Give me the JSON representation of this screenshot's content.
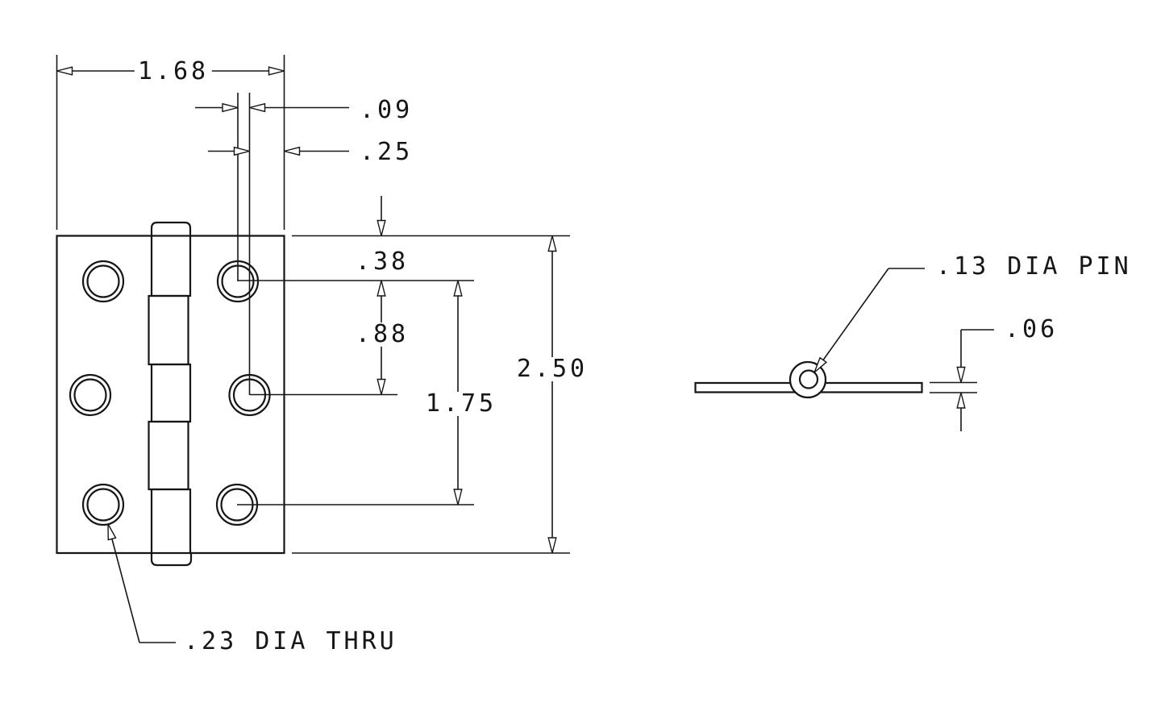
{
  "drawing": {
    "front_view": {
      "dim_width": "1.68",
      "dim_hole_stagger": ".09",
      "dim_edge_offset": ".25",
      "dim_top_to_first_hole": ".38",
      "dim_first_to_second_hole": ".88",
      "dim_hole_span": "1.75",
      "dim_height": "2.50",
      "hole_callout": ".23 DIA THRU"
    },
    "side_view": {
      "pin_callout": ".13 DIA PIN",
      "dim_leaf_thickness": ".06"
    },
    "colors": {
      "line": "#161616",
      "background": "#ffffff"
    }
  }
}
